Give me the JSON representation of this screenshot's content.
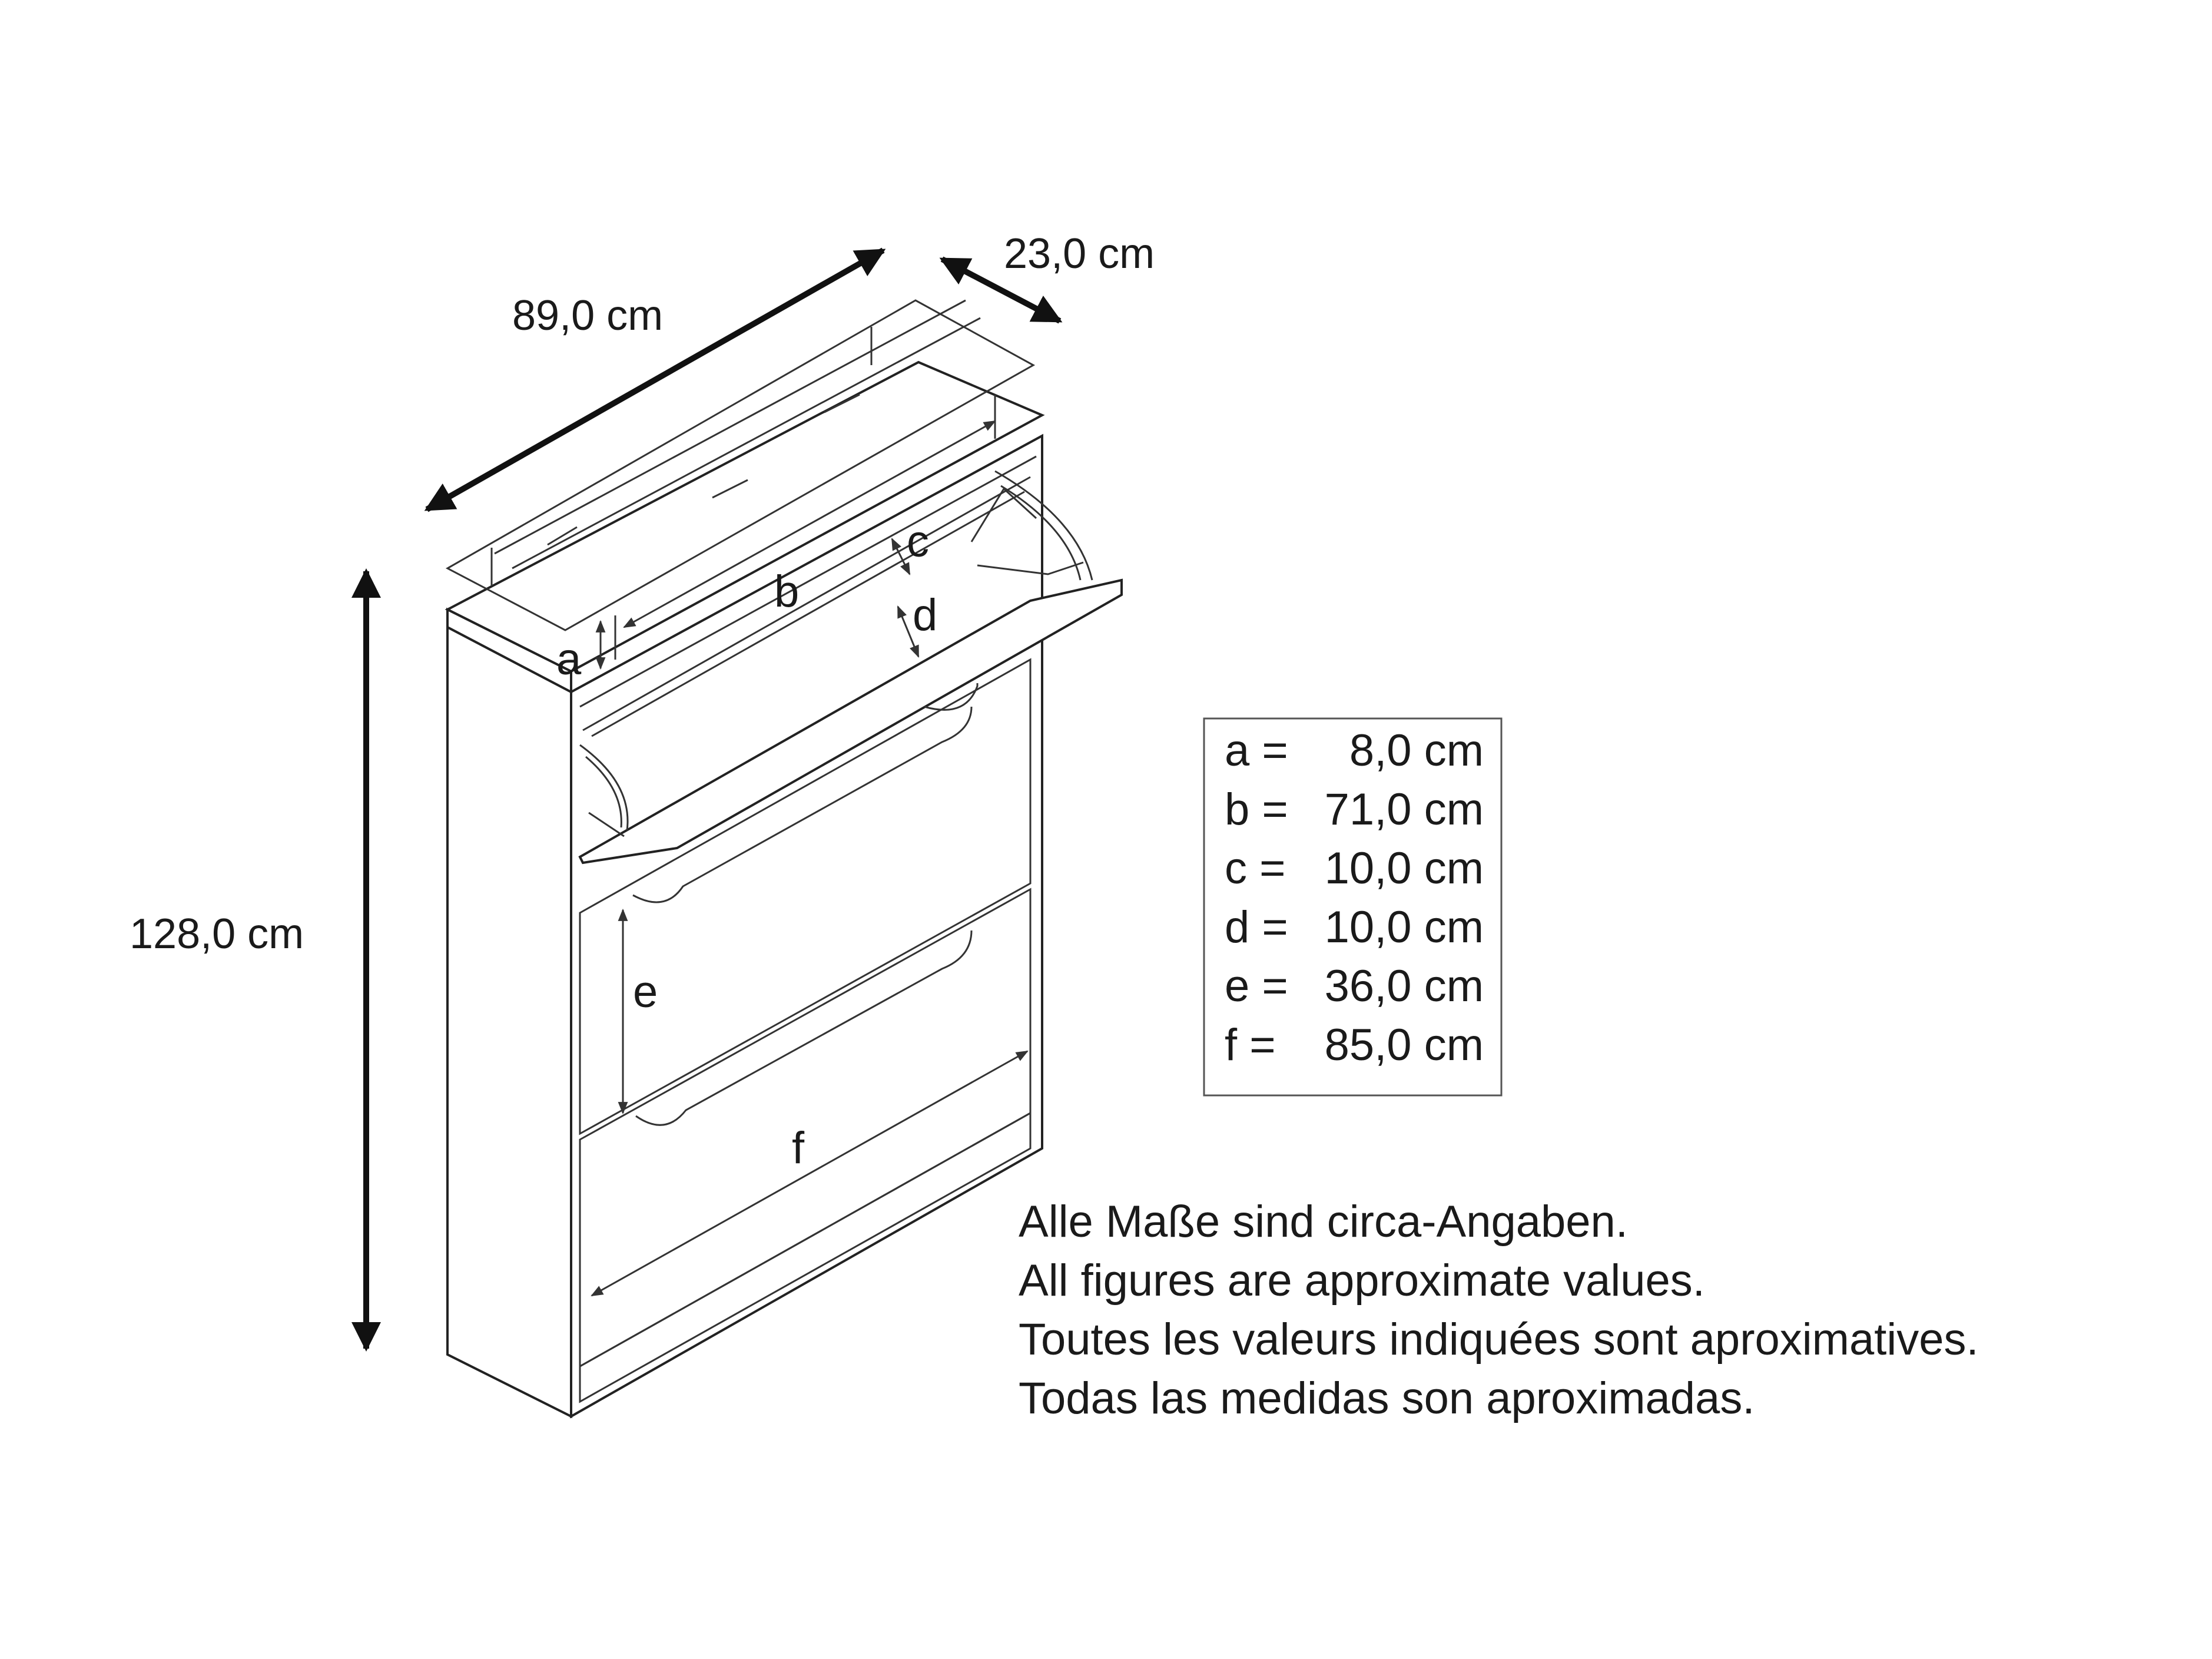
{
  "overall_dimensions": {
    "width": "89,0 cm",
    "depth": "23,0 cm",
    "height": "128,0 cm"
  },
  "part_letters": {
    "a": "a",
    "b": "b",
    "c": "c",
    "d": "d",
    "e": "e",
    "f": "f"
  },
  "legend": {
    "rows": [
      {
        "key": "a =",
        "value": "8,0 cm"
      },
      {
        "key": "b =",
        "value": "71,0 cm"
      },
      {
        "key": "c =",
        "value": "10,0 cm"
      },
      {
        "key": "d =",
        "value": "10,0 cm"
      },
      {
        "key": "e =",
        "value": "36,0 cm"
      },
      {
        "key": "f =",
        "value": "85,0 cm"
      }
    ]
  },
  "notes": [
    "Alle Maße sind circa-Angaben.",
    "All figures are approximate values.",
    "Toutes les valeurs indiquées sont aproximatives.",
    "Todas las medidas son aproximadas."
  ]
}
